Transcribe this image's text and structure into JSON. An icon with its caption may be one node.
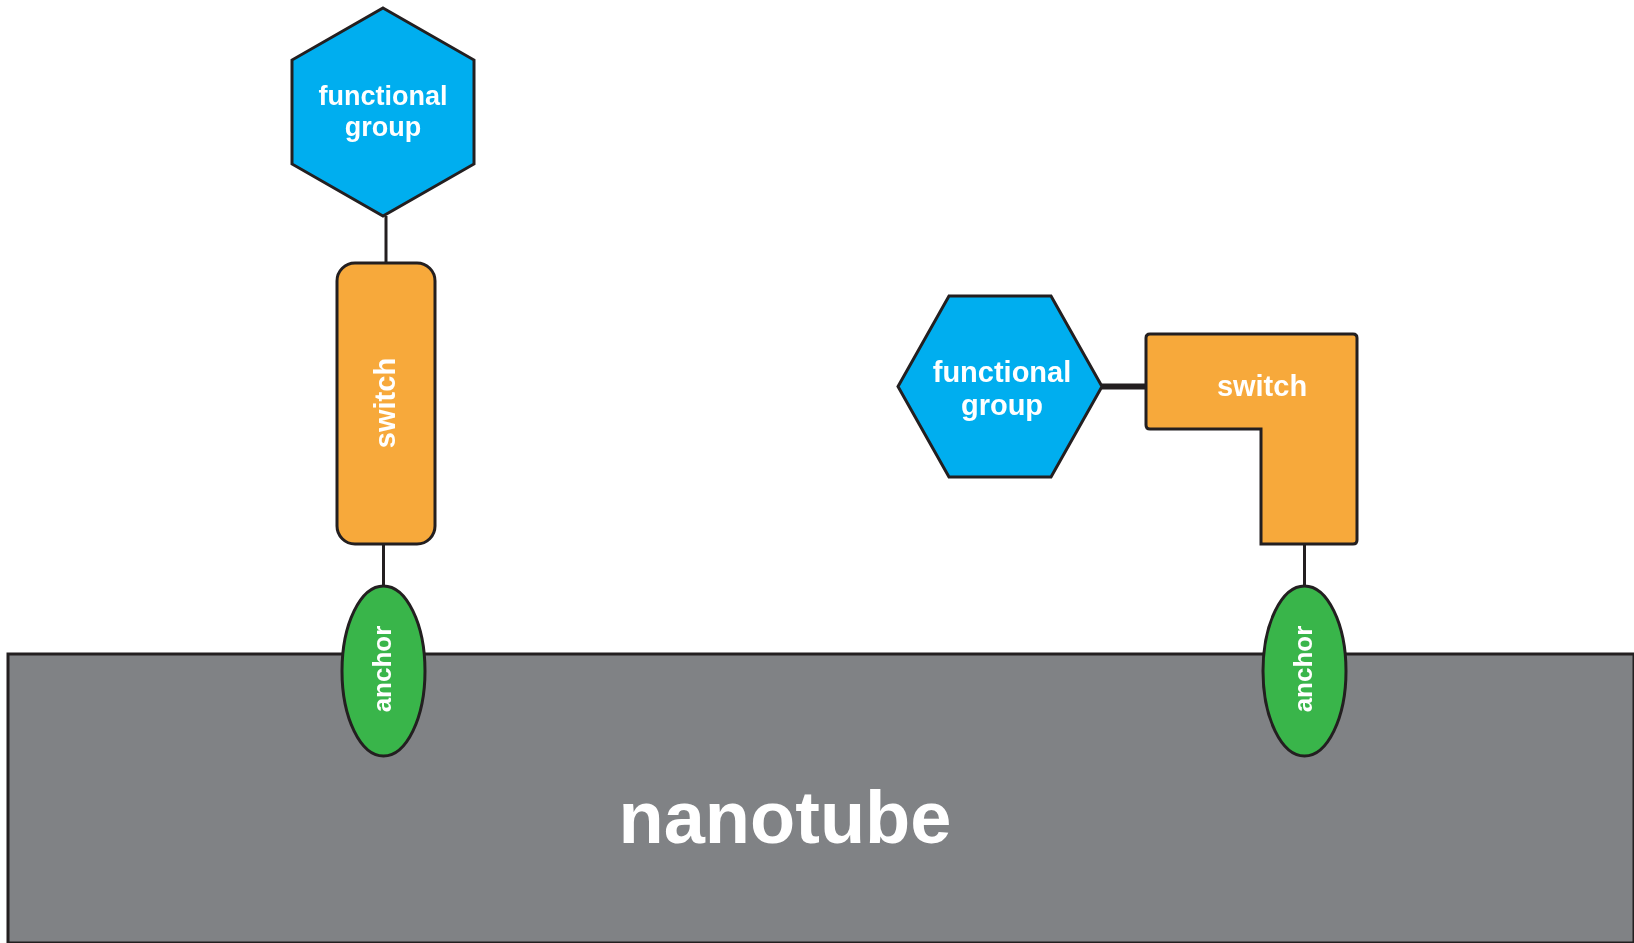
{
  "diagram": {
    "nodes": [
      {
        "text": [
          "nanotube"
        ]
      },
      {
        "text": [
          "functional group"
        ]
      },
      {
        "text": [
          "switch"
        ]
      },
      {
        "text": [
          "anchor"
        ]
      },
      {
        "text": [
          "functional group"
        ]
      },
      {
        "text": [
          "switch"
        ]
      },
      {
        "text": [
          "anchor"
        ]
      }
    ],
    "edges": [
      {
        "from": 1,
        "to": 2,
        "arrow": "none"
      },
      {
        "from": 2,
        "to": 3,
        "arrow": "none"
      },
      {
        "from": 4,
        "to": 5,
        "arrow": "none",
        "style": "thick"
      },
      {
        "from": 5,
        "to": 6,
        "arrow": "none"
      }
    ]
  }
}
